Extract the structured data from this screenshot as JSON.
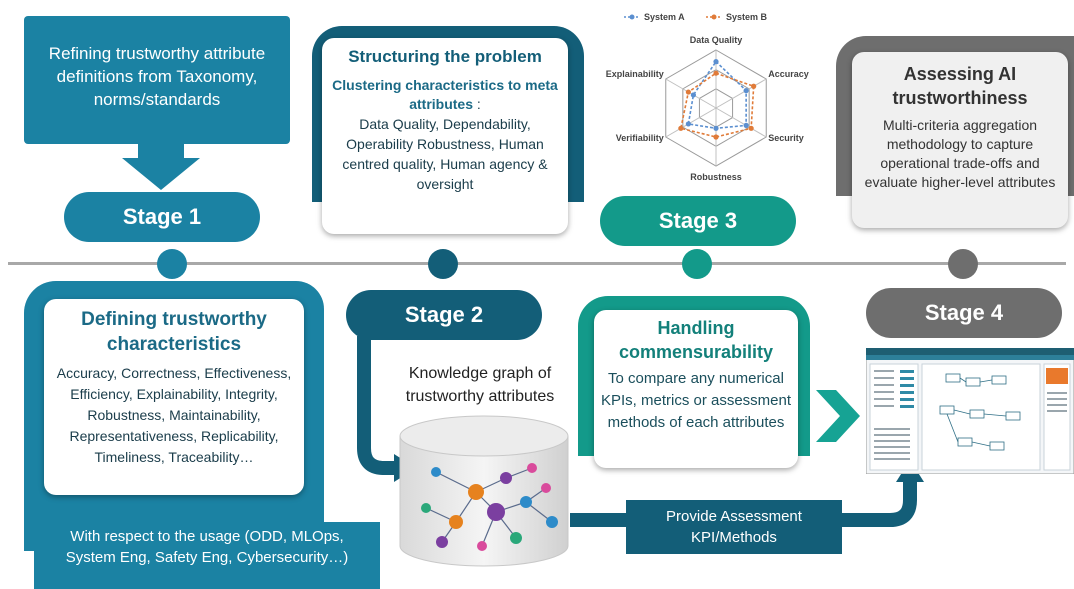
{
  "stage1": {
    "top_text": "Refining trustworthy attribute definitions from Taxonomy, norms/standards",
    "label": "Stage 1",
    "card_title": "Defining trustworthy characteristics",
    "card_body": "Accuracy, Correctness, Effectiveness, Efficiency, Explainability, Integrity, Robustness, Maintainability, Representativeness, Replicability, Timeliness, Traceability…",
    "bottom_text": "With respect to the usage (ODD, MLOps, System Eng, Safety Eng, Cybersecurity…)"
  },
  "stage2": {
    "card_title": "Structuring the problem",
    "card_subtitle": "Clustering characteristics to meta attributes",
    "card_subtitle_suffix": " :",
    "card_body": "Data Quality, Dependability, Operability Robustness, Human centred quality, Human agency & oversight",
    "label": "Stage 2",
    "graph_text": "Knowledge graph of trustworthy attributes",
    "assessment_text": "Provide Assessment KPI/Methods"
  },
  "stage3": {
    "label": "Stage 3",
    "card_title": "Handling commensurability",
    "card_body": "To compare any numerical KPIs, metrics or assessment methods of each attributes"
  },
  "stage4": {
    "card_title": "Assessing AI trustworthiness",
    "card_body": "Multi-criteria aggregation methodology to capture operational trade-offs and evaluate higher-level attributes",
    "label": "Stage 4"
  },
  "radar": {
    "axes": [
      "Data Quality",
      "Accuracy",
      "Security",
      "Robustness",
      "Verifiability",
      "Explainability"
    ],
    "series": [
      {
        "name": "System A",
        "color": "#5b8fd0",
        "values": [
          0.8,
          0.6,
          0.6,
          0.35,
          0.55,
          0.45
        ]
      },
      {
        "name": "System B",
        "color": "#e07b39",
        "values": [
          0.6,
          0.75,
          0.7,
          0.5,
          0.7,
          0.55
        ]
      }
    ]
  },
  "colors": {
    "teal": "#1b82a3",
    "dark_teal": "#135e78",
    "green_teal": "#139a8a",
    "gray": "#6e6e6e"
  }
}
